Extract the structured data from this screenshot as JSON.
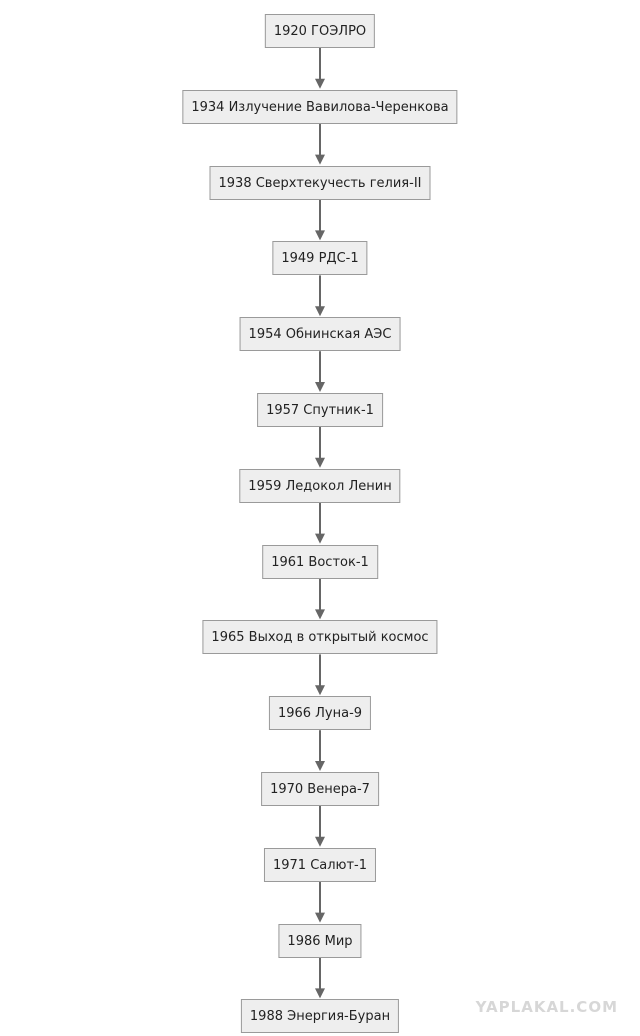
{
  "diagram": {
    "type": "flowchart-vertical",
    "colors": {
      "node_fill": "#eeeeee",
      "node_border": "#9a9a9a",
      "text": "#222222",
      "arrow": "#666666",
      "watermark": "#d7d7d7"
    },
    "nodes": [
      {
        "id": "n1920",
        "label": "1920 ГОЭЛРО"
      },
      {
        "id": "n1934",
        "label": "1934 Излучение Вавилова-Черенкова"
      },
      {
        "id": "n1938",
        "label": "1938 Сверхтекучесть гелия-II"
      },
      {
        "id": "n1949",
        "label": "1949 РДС-1"
      },
      {
        "id": "n1954",
        "label": "1954 Обнинская АЭС"
      },
      {
        "id": "n1957",
        "label": "1957 Спутник-1"
      },
      {
        "id": "n1959",
        "label": "1959 Ледокол Ленин"
      },
      {
        "id": "n1961",
        "label": "1961 Восток-1"
      },
      {
        "id": "n1965",
        "label": "1965 Выход в открытый космос"
      },
      {
        "id": "n1966",
        "label": "1966 Луна-9"
      },
      {
        "id": "n1970",
        "label": "1970 Венера-7"
      },
      {
        "id": "n1971",
        "label": "1971 Салют-1"
      },
      {
        "id": "n1986",
        "label": "1986 Мир"
      },
      {
        "id": "n1988",
        "label": "1988 Энергия-Буран"
      }
    ],
    "edges": [
      {
        "from": "n1920",
        "to": "n1934"
      },
      {
        "from": "n1934",
        "to": "n1938"
      },
      {
        "from": "n1938",
        "to": "n1949"
      },
      {
        "from": "n1949",
        "to": "n1954"
      },
      {
        "from": "n1954",
        "to": "n1957"
      },
      {
        "from": "n1957",
        "to": "n1959"
      },
      {
        "from": "n1959",
        "to": "n1961"
      },
      {
        "from": "n1961",
        "to": "n1965"
      },
      {
        "from": "n1965",
        "to": "n1966"
      },
      {
        "from": "n1966",
        "to": "n1970"
      },
      {
        "from": "n1970",
        "to": "n1971"
      },
      {
        "from": "n1971",
        "to": "n1986"
      },
      {
        "from": "n1986",
        "to": "n1988"
      }
    ]
  },
  "watermark": {
    "text": "YAPLAKAL.COM"
  }
}
